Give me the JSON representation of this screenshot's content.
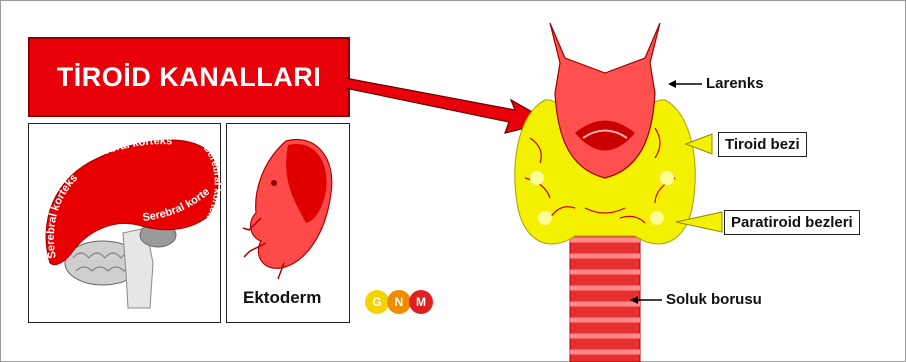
{
  "title": "TİROİD KANALLARI",
  "brain_labels": [
    "Serebral korteks",
    "Serebral korteks",
    "Serebral korteks",
    "Serebral korteks"
  ],
  "embryo_label": "Ektoderm",
  "logo": {
    "letters": [
      "G",
      "N",
      "M"
    ],
    "colors": [
      "#f4d400",
      "#f08c00",
      "#e02020"
    ]
  },
  "anatomy_labels": {
    "larynx": "Larenks",
    "thyroid": "Tiroid bezi",
    "parathyroid": "Paratiroid bezleri",
    "trachea": "Soluk borusu"
  },
  "colors": {
    "accent_red": "#e8000a",
    "gland_yellow": "#f3f000",
    "tissue_red": "#e83030"
  }
}
